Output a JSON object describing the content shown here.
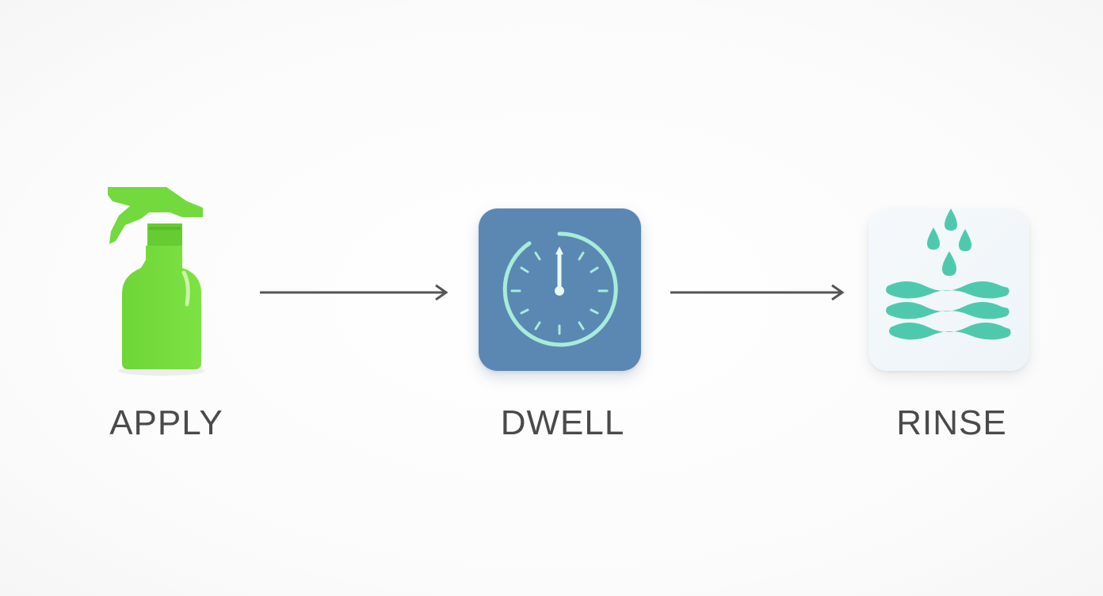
{
  "steps": [
    {
      "label": "APPLY",
      "icon": "spray-bottle-icon",
      "color": "#76dd3c"
    },
    {
      "label": "DWELL",
      "icon": "clock-icon",
      "color": "#5a88b3"
    },
    {
      "label": "RINSE",
      "icon": "water-waves-icon",
      "color": "#4fc9ad"
    }
  ],
  "colors": {
    "text": "#4a4a4a",
    "arrow": "#555555",
    "clock_face": "#a8ecd8"
  }
}
